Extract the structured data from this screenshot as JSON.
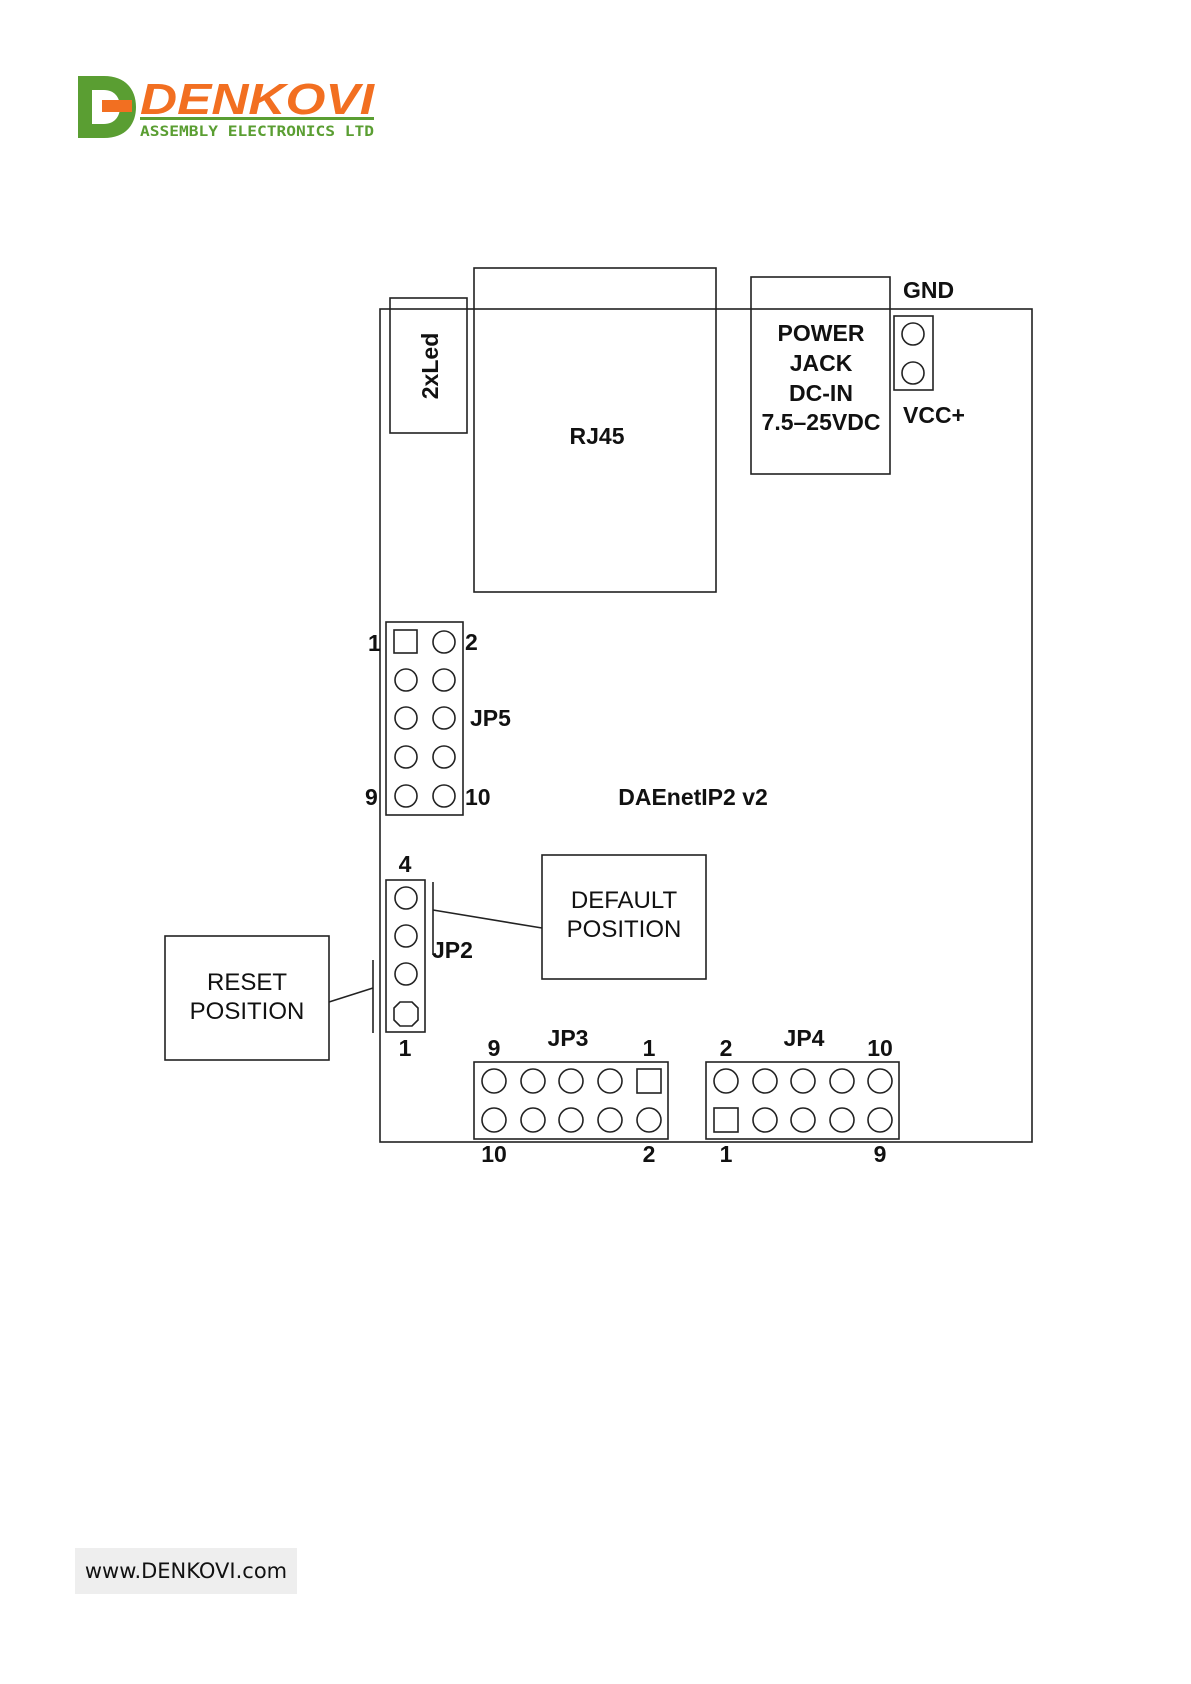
{
  "brand": {
    "mark": "D",
    "name": "DENKOVI",
    "tagline": "ASSEMBLY ELECTRONICS LTD",
    "colors": {
      "green": "#5a9e32",
      "orange": "#f26f21"
    }
  },
  "board": {
    "name": "DAEnetIP2 v2",
    "components": {
      "led": "2xLed",
      "rj45": "RJ45",
      "power_jack": [
        "POWER",
        "JACK",
        "DC-IN",
        "7.5–25VDC"
      ],
      "gnd": "GND",
      "vcc": "VCC+"
    },
    "jp5": {
      "label": "JP5",
      "pin_1": "1",
      "pin_2": "2",
      "pin_9": "9",
      "pin_10": "10"
    },
    "jp2": {
      "label": "JP2",
      "pin_top": "4",
      "pin_bottom": "1"
    },
    "jp3": {
      "label": "JP3",
      "top_left": "9",
      "top_right": "1",
      "bottom_left": "10",
      "bottom_right": "2"
    },
    "jp4": {
      "label": "JP4",
      "top_left": "2",
      "top_right": "10",
      "bottom_left": "1",
      "bottom_right": "9"
    },
    "callouts": {
      "default": [
        "DEFAULT",
        "POSITION"
      ],
      "reset": [
        "RESET",
        "POSITION"
      ]
    }
  },
  "footer": {
    "url": "www.DENKOVI.com"
  }
}
